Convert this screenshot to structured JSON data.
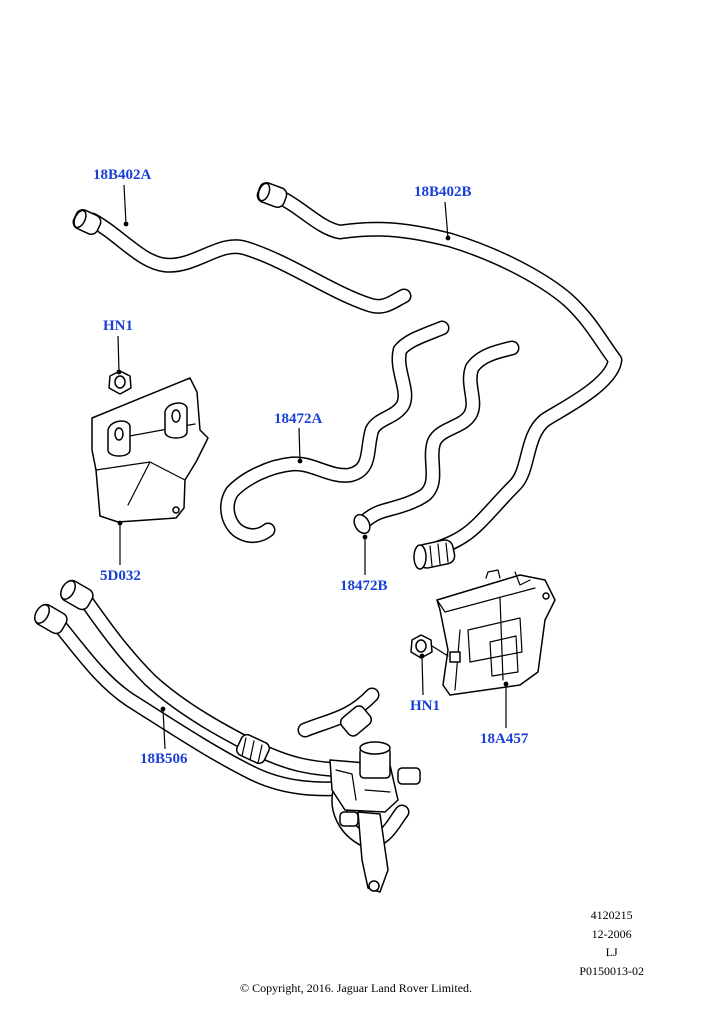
{
  "colors": {
    "callout": "#1a3fd6",
    "line": "#000000",
    "background": "#ffffff"
  },
  "callouts": {
    "c18B402A": "18B402A",
    "c18B402B": "18B402B",
    "hn1_top": "HN1",
    "c18472A": "18472A",
    "c5D032": "5D032",
    "c18472B": "18472B",
    "c18B506": "18B506",
    "hn1_bottom": "HN1",
    "c18A457": "18A457"
  },
  "meta": {
    "ref_number": "4120215",
    "date": "12-2006",
    "initials": "LJ",
    "plate_id": "P0150013-02"
  },
  "copyright": "© Copyright, 2016. Jaguar Land Rover Limited."
}
